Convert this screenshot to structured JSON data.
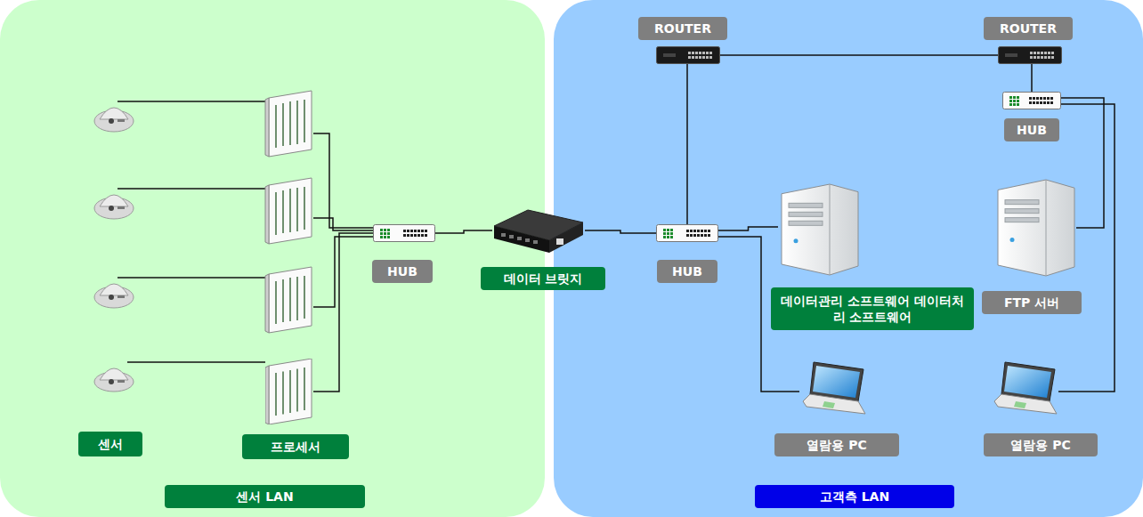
{
  "diagram": {
    "nodes": [
      {
        "text": [
          "센서 LAN"
        ]
      },
      {
        "text": [
          "고객측 LAN"
        ]
      },
      {
        "text": [
          "센서"
        ],
        "in": 0
      },
      {
        "text": [
          "프로세서"
        ],
        "in": 0
      },
      {
        "text": [
          "HUB"
        ],
        "in": 0
      },
      {
        "text": [
          "데이터 브릿지"
        ]
      },
      {
        "text": [
          "ROUTER"
        ],
        "in": 1
      },
      {
        "text": [
          "ROUTER"
        ],
        "in": 1
      },
      {
        "text": [
          "HUB"
        ],
        "in": 1
      },
      {
        "text": [
          "HUB"
        ],
        "in": 1
      },
      {
        "text": [
          "데이터관리 소프트웨어 데이터처리 소프트웨어"
        ],
        "in": 1
      },
      {
        "text": [
          "FTP 서버"
        ],
        "in": 1
      },
      {
        "text": [
          "열람용 PC"
        ],
        "in": 1
      },
      {
        "text": [
          "열람용 PC"
        ],
        "in": 1
      }
    ],
    "edges": [
      {
        "from": 2,
        "to": 3,
        "arrow": "none"
      },
      {
        "from": 3,
        "to": 4,
        "arrow": "none"
      },
      {
        "from": 4,
        "to": 5,
        "arrow": "none"
      },
      {
        "from": 5,
        "to": 9,
        "arrow": "none"
      },
      {
        "from": 9,
        "to": 10,
        "arrow": "none"
      },
      {
        "from": 9,
        "to": 12,
        "arrow": "none"
      },
      {
        "from": 6,
        "to": 9,
        "arrow": "none"
      },
      {
        "from": 6,
        "to": 7,
        "arrow": "none"
      },
      {
        "from": 7,
        "to": 8,
        "arrow": "none"
      },
      {
        "from": 8,
        "to": 11,
        "arrow": "none"
      },
      {
        "from": 8,
        "to": 13,
        "arrow": "none"
      }
    ]
  }
}
